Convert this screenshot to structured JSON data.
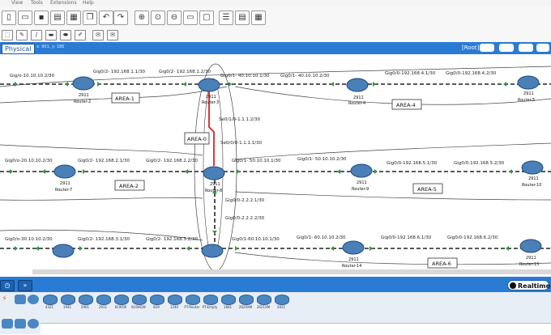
{
  "menu": {
    "items": [
      "",
      "View",
      "Tools",
      "Extensions",
      "Help"
    ]
  },
  "workspace": {
    "tab": "Physical",
    "coords": "x: 901, y: 186",
    "root": "[Root]"
  },
  "routers": [
    {
      "model": "2911",
      "name": "Router-2"
    },
    {
      "model": "2911",
      "name": "Router-3"
    },
    {
      "model": "2911",
      "name": "Router-4"
    },
    {
      "model": "2911",
      "name": "Router-5"
    },
    {
      "model": "2911",
      "name": "Router-7"
    },
    {
      "model": "2911",
      "name": "Router-8"
    },
    {
      "model": "2911",
      "name": "Router-9"
    },
    {
      "model": "2911",
      "name": "Router-10"
    },
    {
      "model": "2911",
      "name": "Router-14"
    },
    {
      "model": "2911",
      "name": "Router-15"
    }
  ],
  "areas": [
    "AREA-1",
    "AREA-4",
    "AREA-0",
    "AREA-2",
    "AREA-5",
    "AREA-6"
  ],
  "links": [
    "Gig/o-10.10.10.2/30",
    "Gig0/2- 192.168.1.1/30",
    "Gig0/2- 192.168.1.2/30",
    "Gig0/1- 40.10.10.1/30",
    "Gig0/1- 40.10.10.2/30",
    "Gig0/0-192.168.4.1/30",
    "Gig0/0-192.168.4.2/30",
    "Se0/1/0-1.1.1.2/30",
    "Se0/0/0-1.1.1.1/30",
    "Gig0/o-20.10.10.2/30",
    "Gig0/2- 192.168.2.1/30",
    "Gig0/2- 192.168.2.2/30",
    "Gig0/1- 50.10.10.1/30",
    "Gig0/1- 50.10.10.2/30",
    "Gig0/0-192.168.5.1/30",
    "Gig0/0-192.168.5.2/30",
    "Gig0/0-2.2.2.1/30",
    "Gig0/0-2.2.2.2/30",
    "Gig0/o-30.10.10.2/30",
    "Gig0/2- 192.168.3.1/30",
    "Gig0/2- 192.168.3.2/30",
    "Gig0/1-60.10.10.1/30",
    "Gig0/1- 60.10.10.2/30",
    "Gig0/0-192.168.6.1/30",
    "Gig0/0-192.168.6.2/30"
  ],
  "dock": {
    "realtime": "Realtime"
  },
  "device_models": [
    "4321",
    "1941",
    "2901",
    "2911",
    "819IOX",
    "819HGW",
    "829",
    "1240",
    "PT-Router",
    "PT-Empty",
    "1841",
    "2620XM",
    "2621XM",
    "2811"
  ]
}
